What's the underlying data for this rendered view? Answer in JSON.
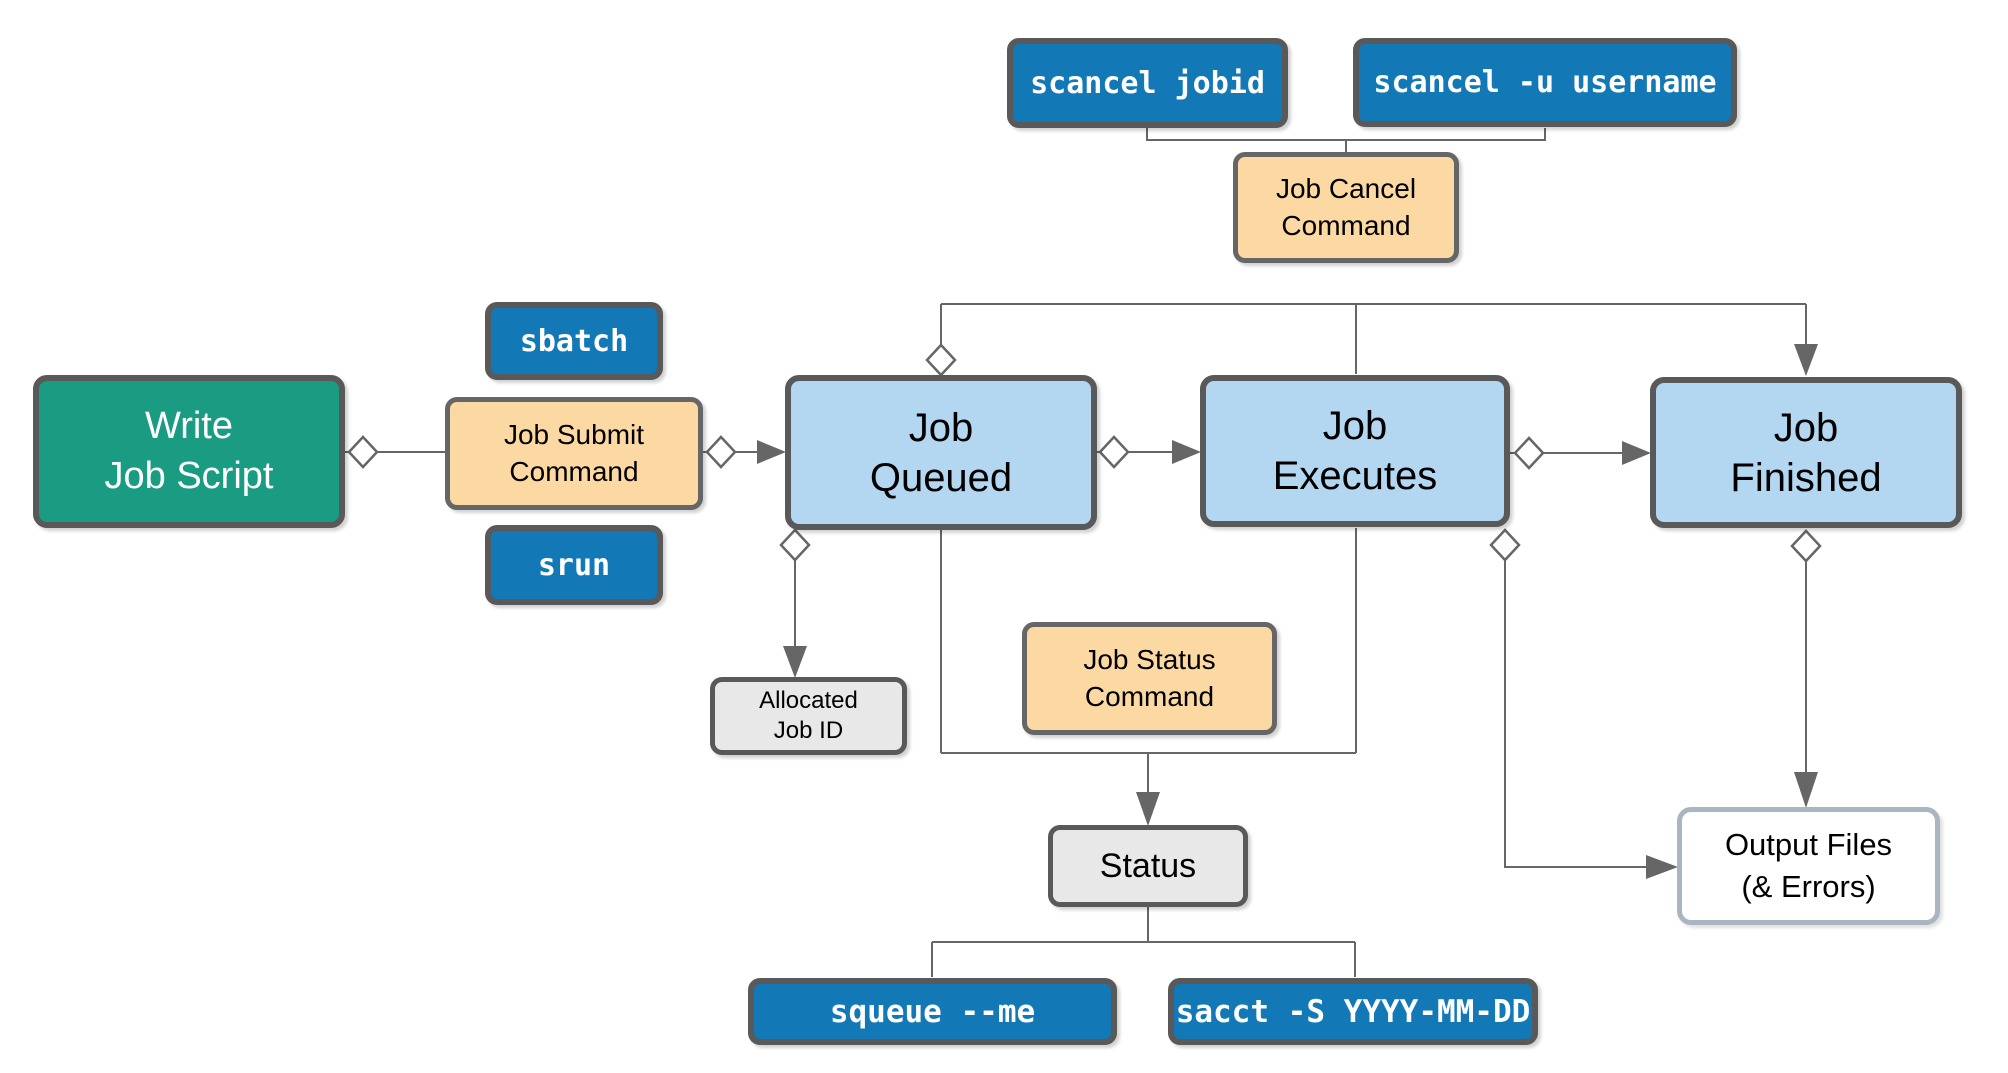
{
  "diagram": {
    "nodes": {
      "write_job_script": {
        "label": "Write\nJob Script",
        "kind": "process"
      },
      "sbatch": {
        "label": "sbatch",
        "kind": "command"
      },
      "job_submit_command": {
        "label": "Job Submit\nCommand",
        "kind": "label"
      },
      "srun": {
        "label": "srun",
        "kind": "command"
      },
      "job_queued": {
        "label": "Job\nQueued",
        "kind": "state"
      },
      "job_executes": {
        "label": "Job\nExecutes",
        "kind": "state"
      },
      "job_finished": {
        "label": "Job\nFinished",
        "kind": "state"
      },
      "scancel_jobid": {
        "label": "scancel jobid",
        "kind": "command"
      },
      "scancel_u_username": {
        "label": "scancel -u username",
        "kind": "command"
      },
      "job_cancel_command": {
        "label": "Job Cancel\nCommand",
        "kind": "label"
      },
      "allocated_job_id": {
        "label": "Allocated\nJob ID",
        "kind": "artifact"
      },
      "job_status_command": {
        "label": "Job Status\nCommand",
        "kind": "label"
      },
      "status": {
        "label": "Status",
        "kind": "artifact"
      },
      "squeue_me": {
        "label": "squeue --me",
        "kind": "command"
      },
      "sacct_s_date": {
        "label": "sacct -S YYYY-MM-DD",
        "kind": "command"
      },
      "output_files": {
        "label": "Output Files\n(& Errors)",
        "kind": "artifact"
      }
    },
    "edges": [
      {
        "from": "write_job_script",
        "to": "job_submit_command",
        "start": "diamond",
        "end": "none"
      },
      {
        "from": "job_submit_command",
        "to": "job_queued",
        "start": "diamond",
        "end": "arrow"
      },
      {
        "from": "job_queued",
        "to": "job_executes",
        "start": "diamond",
        "end": "arrow"
      },
      {
        "from": "job_executes",
        "to": "job_finished",
        "start": "diamond",
        "end": "arrow"
      },
      {
        "from": "job_queued",
        "to": "allocated_job_id",
        "start": "diamond",
        "end": "arrow"
      },
      {
        "from": "scancel_jobid",
        "to": "job_cancel_command",
        "start": "none",
        "end": "none"
      },
      {
        "from": "scancel_u_username",
        "to": "job_cancel_command",
        "start": "none",
        "end": "none"
      },
      {
        "from": "cancel_rail",
        "to": "job_queued",
        "start": "none",
        "end": "diamond"
      },
      {
        "from": "cancel_rail",
        "to": "job_executes",
        "start": "none",
        "end": "none"
      },
      {
        "from": "cancel_rail",
        "to": "job_finished",
        "start": "none",
        "end": "arrow"
      },
      {
        "from": "job_queued",
        "to": "status_rail",
        "start": "none",
        "end": "none"
      },
      {
        "from": "job_executes",
        "to": "status_rail",
        "start": "none",
        "end": "none"
      },
      {
        "from": "status_rail",
        "to": "status",
        "start": "none",
        "end": "arrow"
      },
      {
        "from": "status",
        "to": "squeue_me",
        "start": "none",
        "end": "none"
      },
      {
        "from": "status",
        "to": "sacct_s_date",
        "start": "none",
        "end": "none"
      },
      {
        "from": "job_executes",
        "to": "output_files",
        "start": "diamond",
        "end": "arrow"
      },
      {
        "from": "job_finished",
        "to": "output_files",
        "start": "diamond",
        "end": "arrow"
      }
    ],
    "colors": {
      "command-fill": "#1378b6",
      "state-fill": "#b3d7f0",
      "process-fill": "#1a9c82",
      "label-fill": "#fcd9a2",
      "artifact-fill": "#e8e8e8",
      "output-fill": "#ffffff",
      "output-border": "#a9b6c2",
      "border": "#595959",
      "connector": "#666666"
    }
  }
}
